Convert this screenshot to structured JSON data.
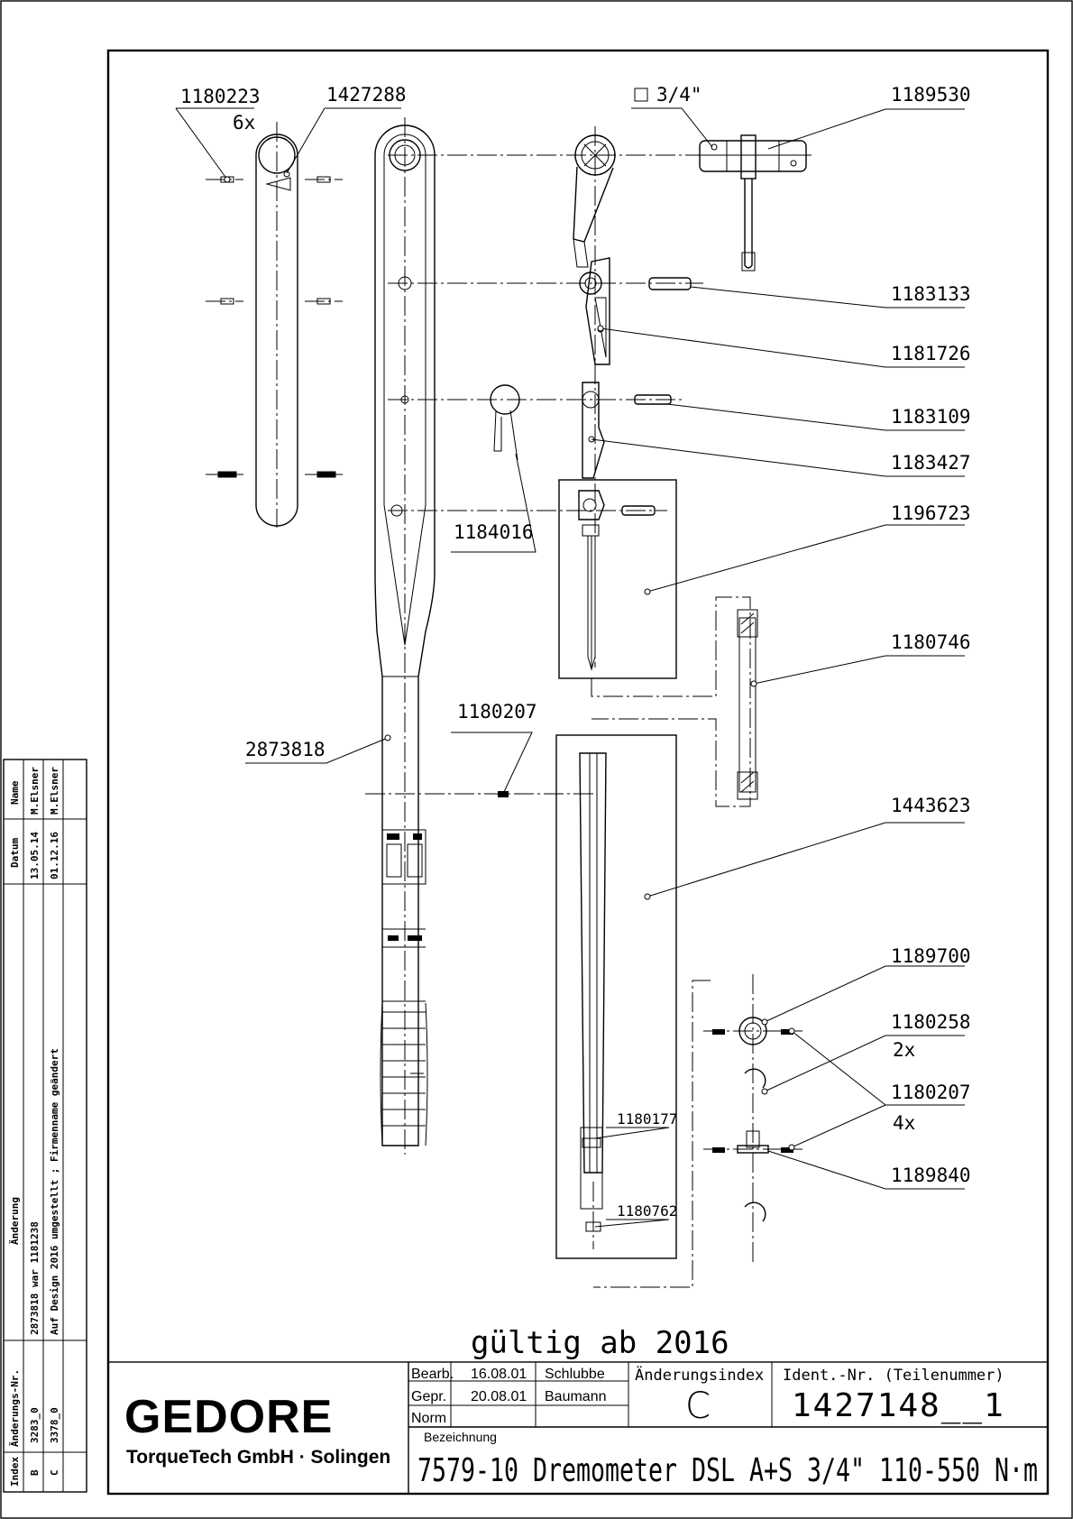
{
  "valid_note": "gültig ab 2016",
  "part_labels": {
    "p1180223": "1180223",
    "p1180223_qty": "6x",
    "p1427288": "1427288",
    "square_drive": "3/4\"",
    "p1189530": "1189530",
    "p1183133": "1183133",
    "p1181726": "1181726",
    "p1183109": "1183109",
    "p1183427": "1183427",
    "p1196723": "1196723",
    "p1184016": "1184016",
    "p1180746": "1180746",
    "p1180207_top": "1180207",
    "p2873818": "2873818",
    "p1443623": "1443623",
    "p1189700": "1189700",
    "p1180258": "1180258",
    "p1180258_qty": "2x",
    "p1180207_bottom": "1180207",
    "p1180207_qty": "4x",
    "p1180177": "1180177",
    "p1180762": "1180762",
    "p1189840": "1189840"
  },
  "revision_table": {
    "headers": {
      "index": "Index",
      "change_no": "Änderungs-Nr.",
      "change": "Änderung",
      "date": "Datum",
      "name": "Name"
    },
    "rows": [
      {
        "index": "B",
        "change_no": "3283_0",
        "change": "2873818 war 1181238",
        "date": "13.05.14",
        "name": "M.Elsner"
      },
      {
        "index": "C",
        "change_no": "3378_0",
        "change": "Auf Design 2016 umgestellt ; Firmenname geändert",
        "date": "01.12.16",
        "name": "M.Elsner"
      }
    ]
  },
  "title_block": {
    "logo": "GEDORE",
    "company": "TorqueTech GmbH · Solingen",
    "rows": [
      {
        "label": "Bearb.",
        "date": "16.08.01",
        "name": "Schlubbe"
      },
      {
        "label": "Gepr.",
        "date": "20.08.01",
        "name": "Baumann"
      },
      {
        "label": "Norm",
        "date": "",
        "name": ""
      }
    ],
    "change_index_label": "Änderungsindex",
    "change_index_value": "C",
    "ident_label": "Ident.-Nr.  (Teilenummer)",
    "ident_value": "1427148__1",
    "designation_label": "Bezeichnung",
    "designation": "7579-10 Dremometer DSL A+S 3/4\"  110-550 N·m"
  }
}
